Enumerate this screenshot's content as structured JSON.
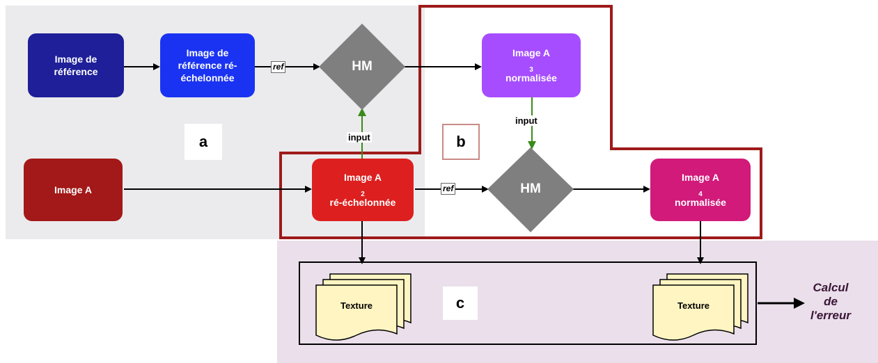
{
  "nodes": {
    "ref_image": {
      "line1": "Image de",
      "line2": "référence",
      "color": "#1f1f99"
    },
    "ref_rescaled": {
      "line1": "Image de",
      "line2": "référence ré-",
      "line3": "échelonnée",
      "color": "#1a33f2"
    },
    "image_a": {
      "label": "Image A",
      "color": "#a31818"
    },
    "image_a2": {
      "line1": "Image A",
      "sub": "2",
      "line2": "ré-échelonnée",
      "color": "#dd1f1f"
    },
    "image_a3": {
      "line1": "Image A",
      "sub": "3",
      "line2": "normalisée",
      "color": "#a64dff"
    },
    "image_a4": {
      "line1": "Image A",
      "sub": "4",
      "line2": "normalisée",
      "color": "#d11a7a"
    },
    "hm_top": {
      "label": "HM",
      "color": "#7f7f7f"
    },
    "hm_mid": {
      "label": "HM",
      "color": "#7f7f7f"
    }
  },
  "edge_labels": {
    "ref_top": "ref",
    "ref_mid": "ref",
    "input_green_1": "input",
    "input_green_2": "input"
  },
  "regions": {
    "a": "a",
    "b": "b",
    "c": "c"
  },
  "textures": {
    "left": "Texture",
    "right": "Texture"
  },
  "output": {
    "line1": "Calcul",
    "line2": "de",
    "line3": "l'erreur"
  },
  "colors": {
    "region_b_border": "#9e1a1a",
    "input_arrow": "#3a8a1a",
    "region_a_bg": "#ebebed",
    "region_c_bg": "#eadfea",
    "texture_fill": "#fff5c2"
  }
}
